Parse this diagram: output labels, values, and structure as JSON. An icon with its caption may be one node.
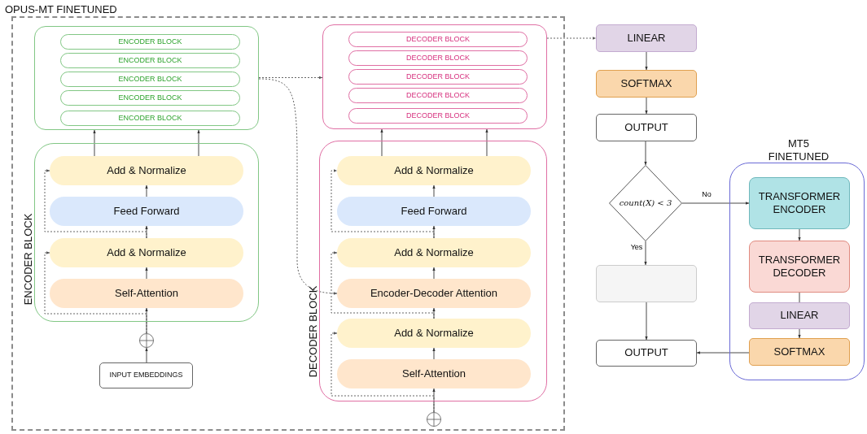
{
  "diagram": {
    "nodes": [
      {
        "text": [
          "OPUS-MT FINETUNED"
        ]
      },
      {
        "text": [],
        "shape": "box",
        "in": 0
      },
      {
        "text": [
          "ENCODER BLOCK"
        ],
        "in": 1
      },
      {
        "text": [
          "ENCODER BLOCK"
        ],
        "in": 1
      },
      {
        "text": [
          "ENCODER BLOCK"
        ],
        "in": 1
      },
      {
        "text": [
          "ENCODER BLOCK"
        ],
        "in": 1
      },
      {
        "text": [
          "ENCODER BLOCK"
        ],
        "in": 1
      },
      {
        "text": [
          "ENCODER BLOCK"
        ],
        "in": 0
      },
      {
        "text": [
          "Add & Normalize"
        ],
        "in": 7
      },
      {
        "text": [
          "Feed Forward"
        ],
        "in": 7
      },
      {
        "text": [
          "Add & Normalize"
        ],
        "in": 7
      },
      {
        "text": [
          "Self-Attention"
        ],
        "in": 7
      },
      {
        "text": [],
        "shape": "circle",
        "in": 0
      },
      {
        "text": [
          "INPUT EMBEDDINGS"
        ],
        "in": 0
      },
      {
        "text": [],
        "shape": "box",
        "in": 0
      },
      {
        "text": [
          "DECODER BLOCK"
        ],
        "in": 14
      },
      {
        "text": [
          "DECODER BLOCK"
        ],
        "in": 14
      },
      {
        "text": [
          "DECODER BLOCK"
        ],
        "in": 14
      },
      {
        "text": [
          "DECODER BLOCK"
        ],
        "in": 14
      },
      {
        "text": [
          "DECODER BLOCK"
        ],
        "in": 14
      },
      {
        "text": [
          "DECODER BLOCK"
        ],
        "in": 0
      },
      {
        "text": [
          "Add & Normalize"
        ],
        "in": 20
      },
      {
        "text": [
          "Feed Forward"
        ],
        "in": 20
      },
      {
        "text": [
          "Add & Normalize"
        ],
        "in": 20
      },
      {
        "text": [
          "Encoder-Decoder Attention"
        ],
        "in": 20
      },
      {
        "text": [
          "Add & Normalize"
        ],
        "in": 20
      },
      {
        "text": [
          "Self-Attention"
        ],
        "in": 20
      },
      {
        "text": [],
        "shape": "circle",
        "in": 0
      },
      {
        "text": [
          "LINEAR"
        ]
      },
      {
        "text": [
          "SOFTMAX"
        ]
      },
      {
        "text": [
          "OUTPUT"
        ]
      },
      {
        "text": [
          "count(X) < 3"
        ]
      },
      {
        "text": [],
        "shape": "box"
      },
      {
        "text": [
          "OUTPUT"
        ]
      },
      {
        "text": [
          "MT5 FINETUNED"
        ]
      },
      {
        "text": [
          "TRANSFORMER ENCODER"
        ],
        "in": 34
      },
      {
        "text": [
          "TRANSFORMER DECODER"
        ],
        "in": 34
      },
      {
        "text": [
          "LINEAR"
        ],
        "in": 34
      },
      {
        "text": [
          "SOFTMAX"
        ],
        "in": 34
      }
    ],
    "edges": [
      {
        "from": 1,
        "to": 14,
        "arrow": "to",
        "style": "dashed"
      },
      {
        "from": 1,
        "to": 24,
        "arrow": "to",
        "style": "dashed"
      },
      {
        "from": 8,
        "to": 1,
        "arrow": "to"
      },
      {
        "from": 8,
        "to": 1,
        "arrow": "to"
      },
      {
        "from": 9,
        "to": 8,
        "arrow": "to"
      },
      {
        "from": 10,
        "to": 9,
        "arrow": "to"
      },
      {
        "from": 11,
        "to": 10,
        "arrow": "to"
      },
      {
        "from": 12,
        "to": 11,
        "arrow": "to"
      },
      {
        "from": 13,
        "to": 12,
        "arrow": "to"
      },
      {
        "from": 12,
        "to": 10,
        "arrow": "to",
        "style": "dashed"
      },
      {
        "from": 10,
        "to": 8,
        "arrow": "to",
        "style": "dashed"
      },
      {
        "from": 14,
        "to": 28,
        "arrow": "to",
        "style": "dashed"
      },
      {
        "from": 21,
        "to": 14,
        "arrow": "to"
      },
      {
        "from": 21,
        "to": 14,
        "arrow": "to"
      },
      {
        "from": 22,
        "to": 21,
        "arrow": "to"
      },
      {
        "from": 23,
        "to": 22,
        "arrow": "to"
      },
      {
        "from": 24,
        "to": 23,
        "arrow": "to"
      },
      {
        "from": 25,
        "to": 24,
        "arrow": "to"
      },
      {
        "from": 26,
        "to": 25,
        "arrow": "to"
      },
      {
        "from": 27,
        "to": 26,
        "arrow": "to"
      },
      {
        "from": 27,
        "to": 25,
        "arrow": "to",
        "style": "dashed"
      },
      {
        "from": 25,
        "to": 23,
        "arrow": "to",
        "style": "dashed"
      },
      {
        "from": 23,
        "to": 21,
        "arrow": "to",
        "style": "dashed"
      },
      {
        "from": 28,
        "to": 29,
        "arrow": "to"
      },
      {
        "from": 29,
        "to": 30,
        "arrow": "to"
      },
      {
        "from": 30,
        "to": 31,
        "arrow": "to"
      },
      {
        "from": 31,
        "to": 35,
        "arrow": "to",
        "label": "No"
      },
      {
        "from": 31,
        "to": 32,
        "arrow": "to",
        "label": "Yes"
      },
      {
        "from": 32,
        "to": 33,
        "arrow": "to"
      },
      {
        "from": 35,
        "to": 36,
        "arrow": "to"
      },
      {
        "from": 36,
        "to": 37,
        "arrow": "none"
      },
      {
        "from": 37,
        "to": 38,
        "arrow": "to"
      },
      {
        "from": 38,
        "to": 33,
        "arrow": "to"
      }
    ]
  }
}
